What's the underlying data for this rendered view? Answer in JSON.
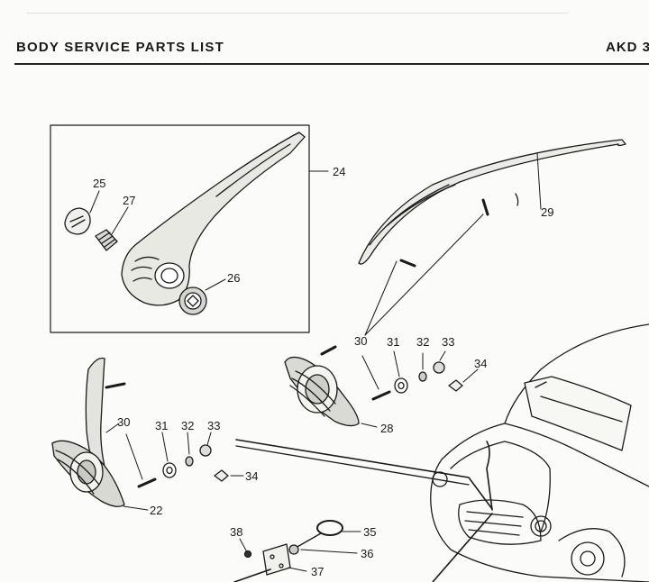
{
  "header": {
    "title": "BODY SERVICE PARTS LIST",
    "code": "AKD 3"
  },
  "callouts": {
    "c24": "24",
    "c25": "25",
    "c26": "26",
    "c27": "27",
    "c29": "29",
    "c30a": "30",
    "c31a": "31",
    "c32a": "32",
    "c33a": "33",
    "c34a": "34",
    "c28": "28",
    "c30b": "30",
    "c31b": "31",
    "c32b": "32",
    "c33b": "33",
    "c34b": "34",
    "c22": "22",
    "c35": "35",
    "c36": "36",
    "c37": "37",
    "c38": "38"
  }
}
